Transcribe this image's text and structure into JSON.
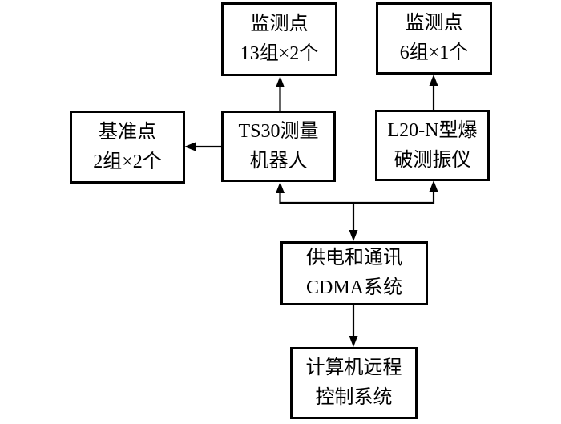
{
  "colors": {
    "background": "#ffffff",
    "lines": "#000000",
    "text": "#000000"
  },
  "boxes": {
    "monitor_left": {
      "line1": "监测点",
      "line2": "13组×2个"
    },
    "monitor_right": {
      "line1": "监测点",
      "line2": "6组×1个"
    },
    "reference": {
      "line1": "基准点",
      "line2": "2组×2个"
    },
    "ts30": {
      "line1": "TS30测量",
      "line2": "机器人"
    },
    "l20n": {
      "line1": "L20-N型爆",
      "line2": "破测振仪"
    },
    "cdma": {
      "line1": "供电和通讯",
      "line2": "CDMA系统"
    },
    "computer": {
      "line1": "计算机远程",
      "line2": "控制系统"
    }
  },
  "connections": [
    {
      "from": "TS30测量机器人",
      "to": "监测点 13组×2个",
      "direction": "up"
    },
    {
      "from": "L20-N型爆破测振仪",
      "to": "监测点 6组×1个",
      "direction": "up"
    },
    {
      "from": "TS30测量机器人",
      "to": "基准点 2组×2个",
      "direction": "left"
    },
    {
      "from": "供电和通讯CDMA系统",
      "to": "TS30测量机器人",
      "direction": "up"
    },
    {
      "from": "供电和通讯CDMA系统",
      "to": "L20-N型爆破测振仪",
      "direction": "up"
    },
    {
      "from": "供电和通讯CDMA系统",
      "to": "计算机远程控制系统",
      "direction": "down"
    }
  ]
}
